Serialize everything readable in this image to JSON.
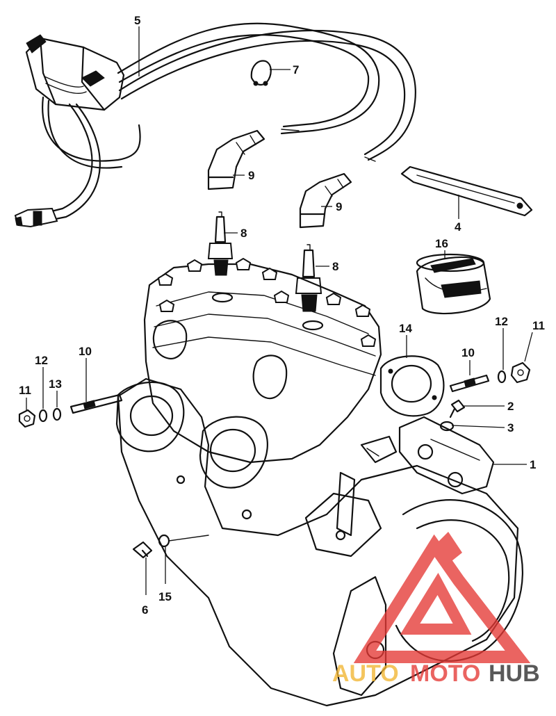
{
  "diagram": {
    "callouts": [
      {
        "id": "c5",
        "text": "5"
      },
      {
        "id": "c7",
        "text": "7"
      },
      {
        "id": "c9a",
        "text": "9"
      },
      {
        "id": "c9b",
        "text": "9"
      },
      {
        "id": "c4",
        "text": "4"
      },
      {
        "id": "c8a",
        "text": "8"
      },
      {
        "id": "c8b",
        "text": "8"
      },
      {
        "id": "c16",
        "text": "16"
      },
      {
        "id": "c14",
        "text": "14"
      },
      {
        "id": "c12r",
        "text": "12"
      },
      {
        "id": "c11r",
        "text": "11"
      },
      {
        "id": "c10r",
        "text": "10"
      },
      {
        "id": "c2",
        "text": "2"
      },
      {
        "id": "c3",
        "text": "3"
      },
      {
        "id": "c1",
        "text": "1"
      },
      {
        "id": "c10l",
        "text": "10"
      },
      {
        "id": "c12l",
        "text": "12"
      },
      {
        "id": "c11l",
        "text": "11"
      },
      {
        "id": "c13",
        "text": "13"
      },
      {
        "id": "c6",
        "text": "6"
      },
      {
        "id": "c15",
        "text": "15"
      }
    ]
  },
  "watermark": {
    "part1": "AUTO",
    "part2": "MOTO",
    "part3": "HUB",
    "color_primary": "#e53935",
    "color_secondary": "#f2b632",
    "color_dark": "#2b2b2b"
  }
}
